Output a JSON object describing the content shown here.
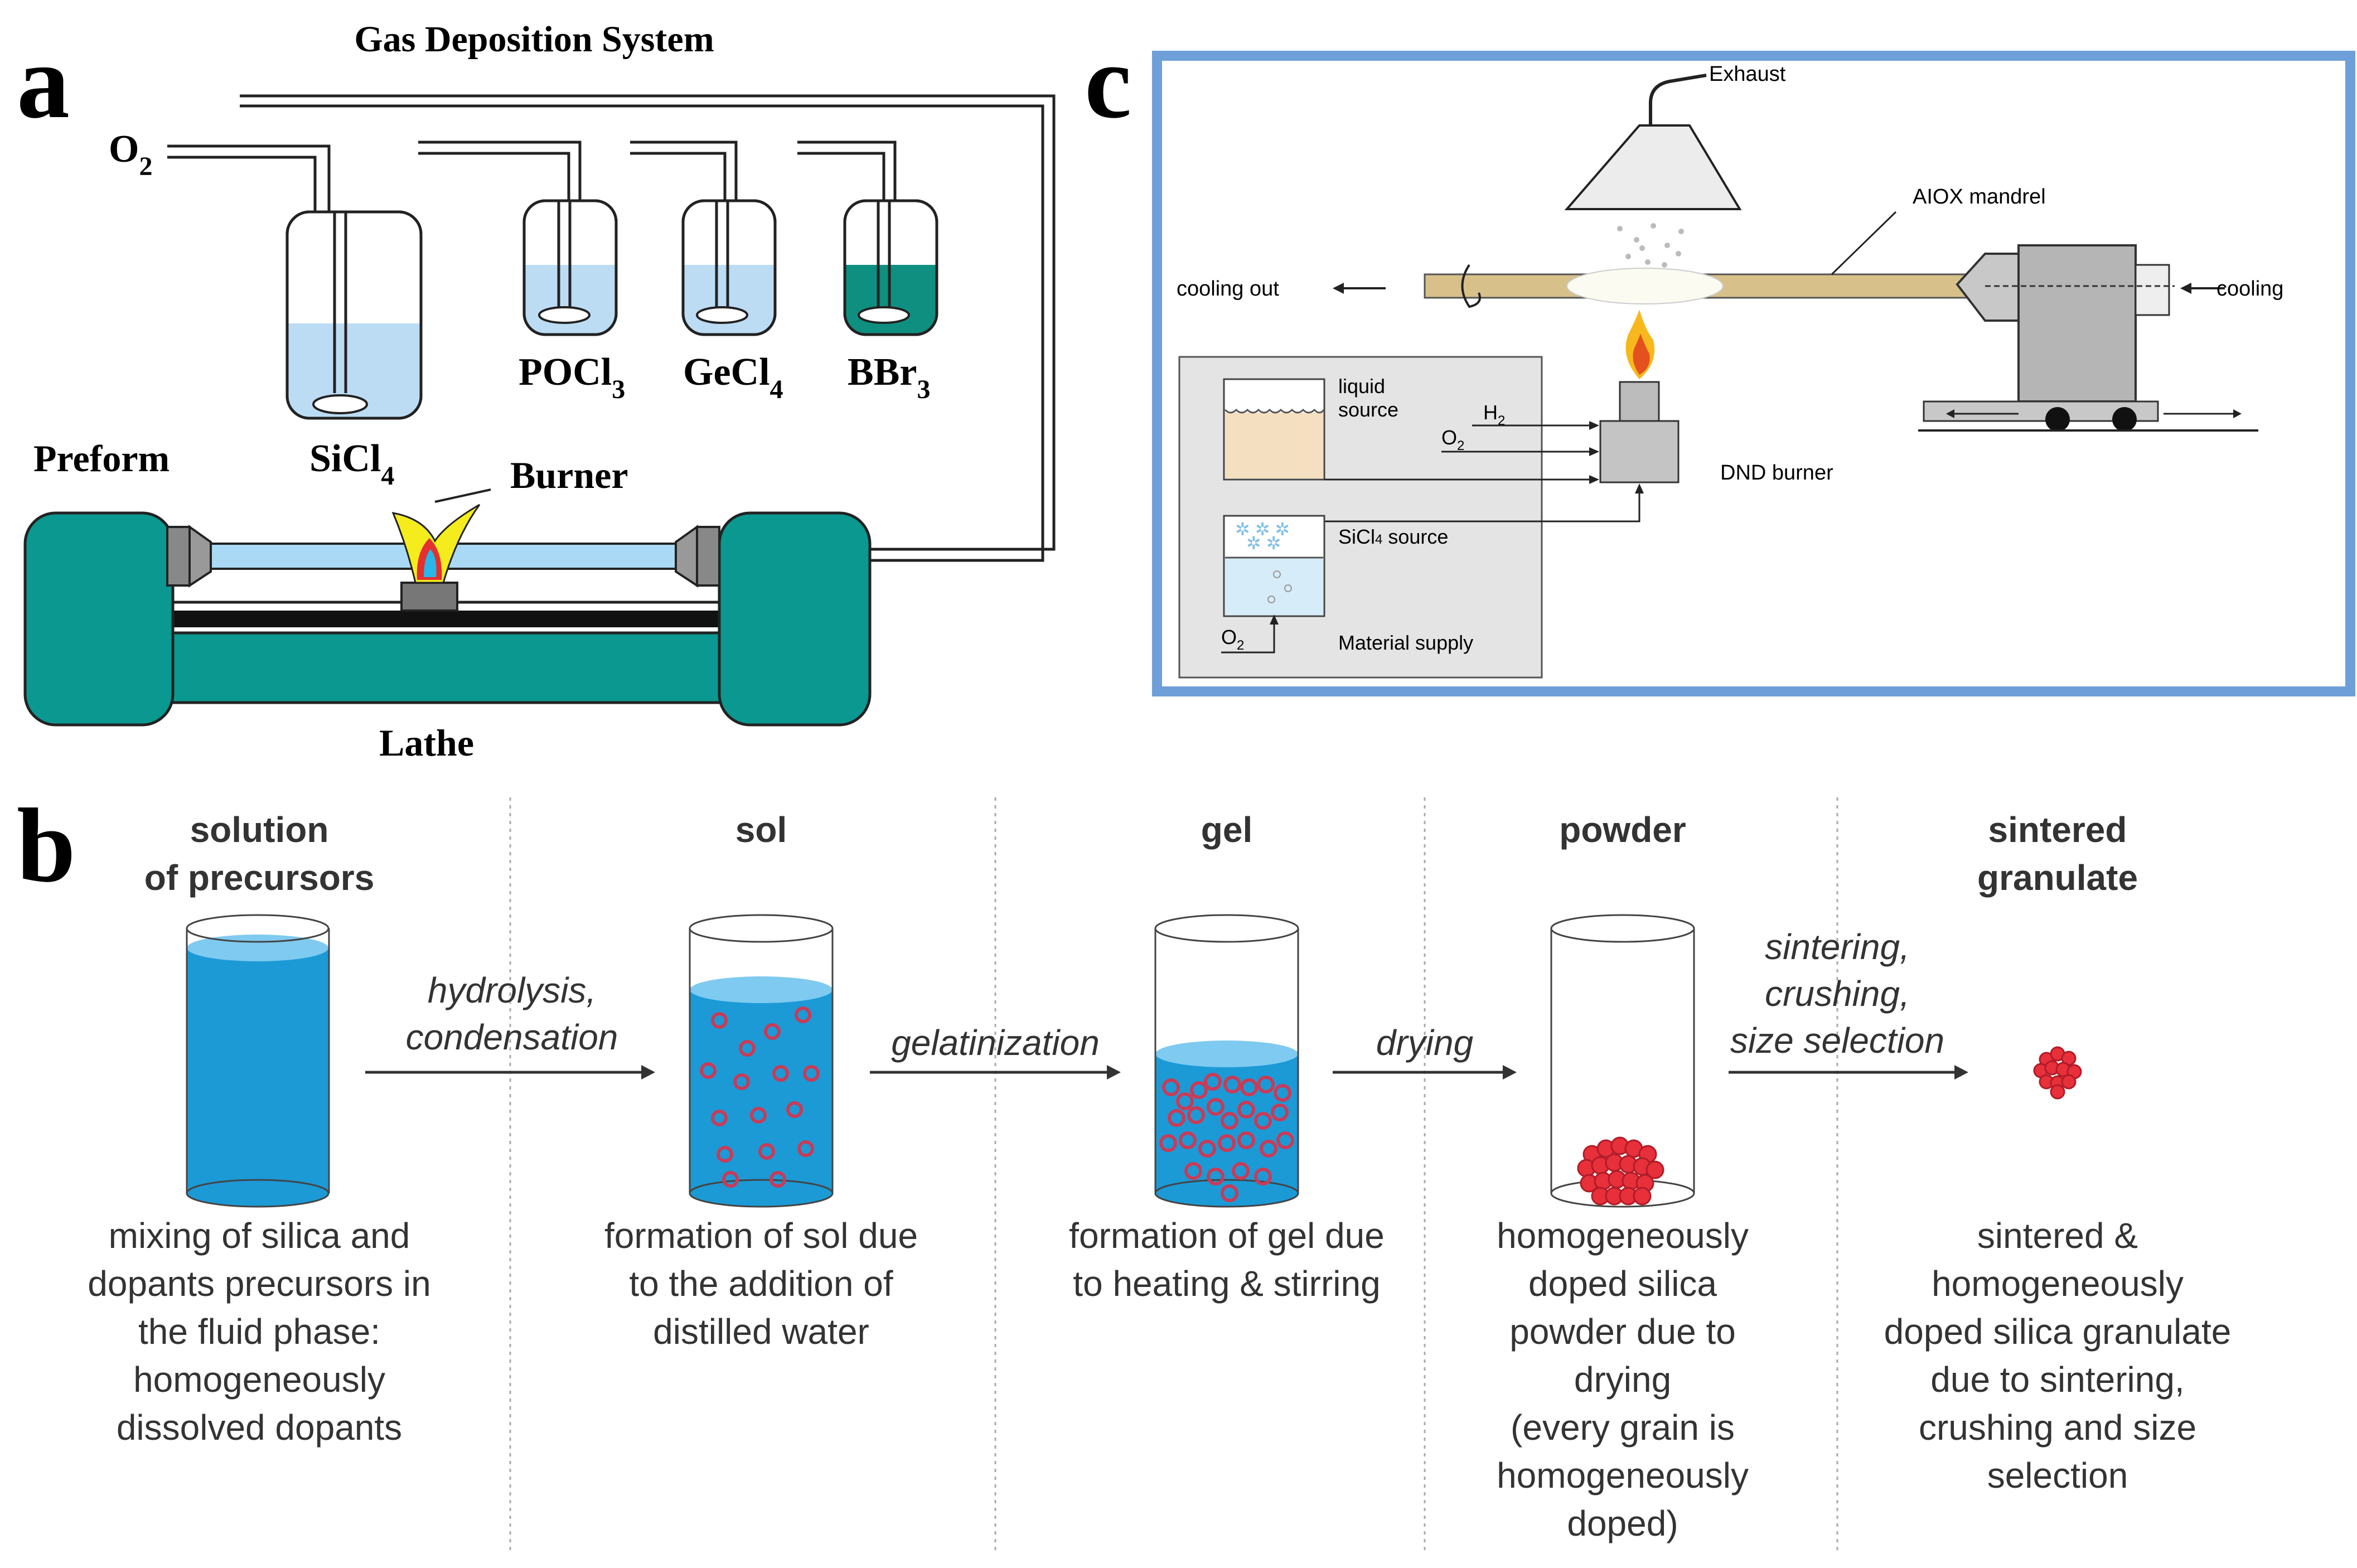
{
  "panel_a": {
    "letter": "a",
    "title": "Gas Deposition System",
    "o2_label": "O",
    "o2_sub": "2",
    "bottles": [
      {
        "formula": "SiCl",
        "sub": "4"
      },
      {
        "formula": "POCl",
        "sub": "3"
      },
      {
        "formula": "GeCl",
        "sub": "4"
      },
      {
        "formula": "BBr",
        "sub": "3"
      }
    ],
    "preform_label": "Preform",
    "burner_label": "Burner",
    "lathe_label": "Lathe",
    "colors": {
      "liquid": "#bcdcf4",
      "liquid_dark": "#0e8f80",
      "lathe": "#0a9890",
      "rod": "#a9d9f4"
    }
  },
  "panel_b": {
    "letter": "b",
    "stages": [
      {
        "title": "solution\nof precursors",
        "desc": "mixing of silica and\ndopants precursors in\nthe fluid phase:\nhomogeneously\ndissolved dopants"
      },
      {
        "title": "sol",
        "desc": "formation of sol due\nto the addition of\ndistilled water"
      },
      {
        "title": "gel",
        "desc": "formation of gel due\nto heating & stirring"
      },
      {
        "title": "powder",
        "desc": "homogeneously\ndoped silica\npowder due to\ndrying\n(every grain is\nhomogeneously\ndoped)"
      },
      {
        "title": "sintered\ngranulate",
        "desc": "sintered &\nhomogeneously\ndoped silica granulate\ndue to sintering,\ncrushing and size\nselection"
      }
    ],
    "arrows": [
      {
        "label": "hydrolysis,\ncondensation"
      },
      {
        "label": "gelatinization"
      },
      {
        "label": "drying"
      },
      {
        "label": "sintering,\ncrushing,\nsize selection"
      }
    ],
    "colors": {
      "water": "#1b9ad6",
      "water_top": "#7fcaf0",
      "particle": "#c93b57",
      "granule": "#e8303a"
    }
  },
  "panel_c": {
    "letter": "c",
    "exhaust_label": "Exhaust",
    "mandrel_label": "AIOX mandrel",
    "cooling_out_label": "cooling out",
    "cooling_label": "cooling",
    "liquid_source_label": "liquid\nsource",
    "h2_label": "H",
    "h2_sub": "2",
    "o2_label": "O",
    "o2_sub": "2",
    "burner_label": "DND burner",
    "sicl4_label": "SiCl",
    "sicl4_sub": "4",
    "sicl4_rest": " source",
    "o2_bottom_label": "O",
    "o2_bottom_sub": "2",
    "material_supply_label": "Material supply",
    "colors": {
      "frame": "#6e9fd8",
      "rod": "#d8c08a",
      "box": "#e4e4e4"
    }
  }
}
